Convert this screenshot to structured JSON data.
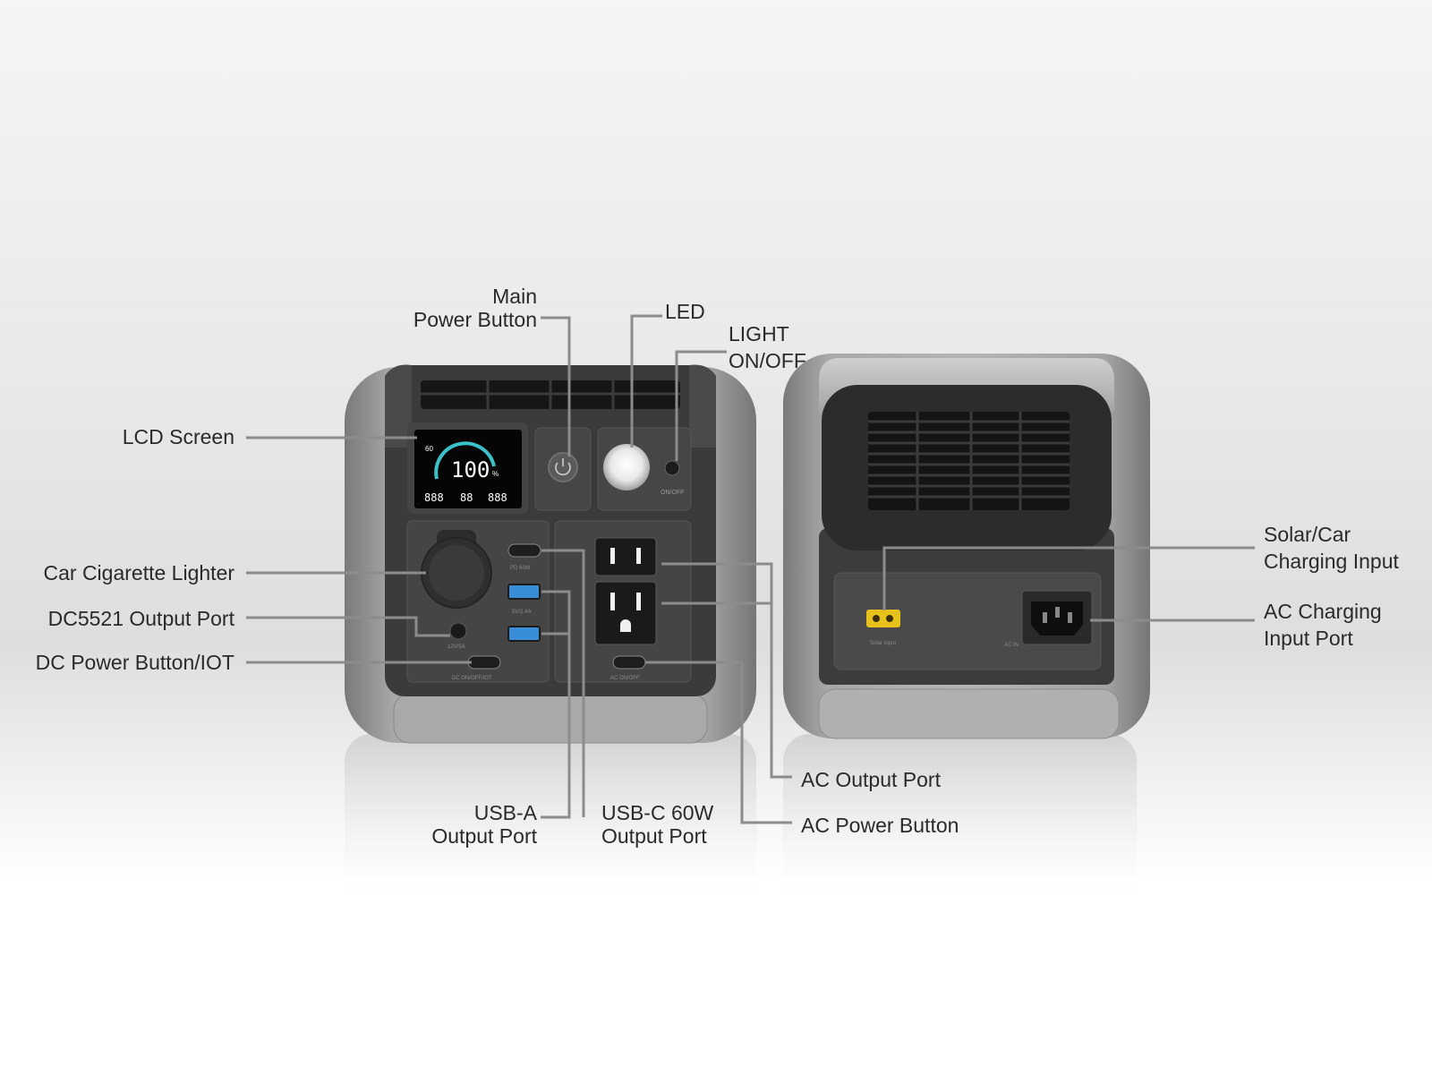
{
  "labels": {
    "main_power_button": {
      "line1": "Main",
      "line2": "Power Button"
    },
    "led": "LED",
    "light_on_off": {
      "line1": "LIGHT",
      "line2": "ON/OFF"
    },
    "lcd_screen": "LCD Screen",
    "car_cigarette_lighter": "Car Cigarette Lighter",
    "dc5521_output_port": "DC5521 Output Port",
    "dc_power_button_iot": "DC Power Button/IOT",
    "usb_a_output_port": {
      "line1": "USB-A",
      "line2": "Output Port"
    },
    "usb_c_output_port": {
      "line1": "USB-C 60W",
      "line2": "Output Port"
    },
    "ac_output_port": "AC Output Port",
    "ac_power_button": "AC Power Button",
    "solar_car_charging_input": {
      "line1": "Solar/Car",
      "line2": "Charging Input"
    },
    "ac_charging_input_port": {
      "line1": "AC Charging",
      "line2": "Input Port"
    }
  },
  "device_front": {
    "lcd": {
      "top_small": "60",
      "percent": "100",
      "percent_unit": "%",
      "readouts": [
        "888",
        "88",
        "888"
      ]
    },
    "light_switch_label": "ON/OFF",
    "usb_c_port_label": "PD 60W",
    "usb_a_port_label": "5V/2.4A",
    "dc_port_label": "12V/5A",
    "dc_button_label": "DC ON/OFF/IOT",
    "ac_button_label": "AC ON/OFF"
  },
  "device_back": {
    "solar_input_label": "Solar Input",
    "ac_in_label": "AC IN"
  },
  "colors": {
    "leader_line": "#8c8c8c",
    "label_text": "#2a2a2a",
    "body_gray": "#9a9a9a",
    "panel_dark": "#3d3d3d",
    "lcd_accent": "#39c3c9",
    "port_blue": "#3a8ed8",
    "xt60_yellow": "#e8c21a"
  }
}
